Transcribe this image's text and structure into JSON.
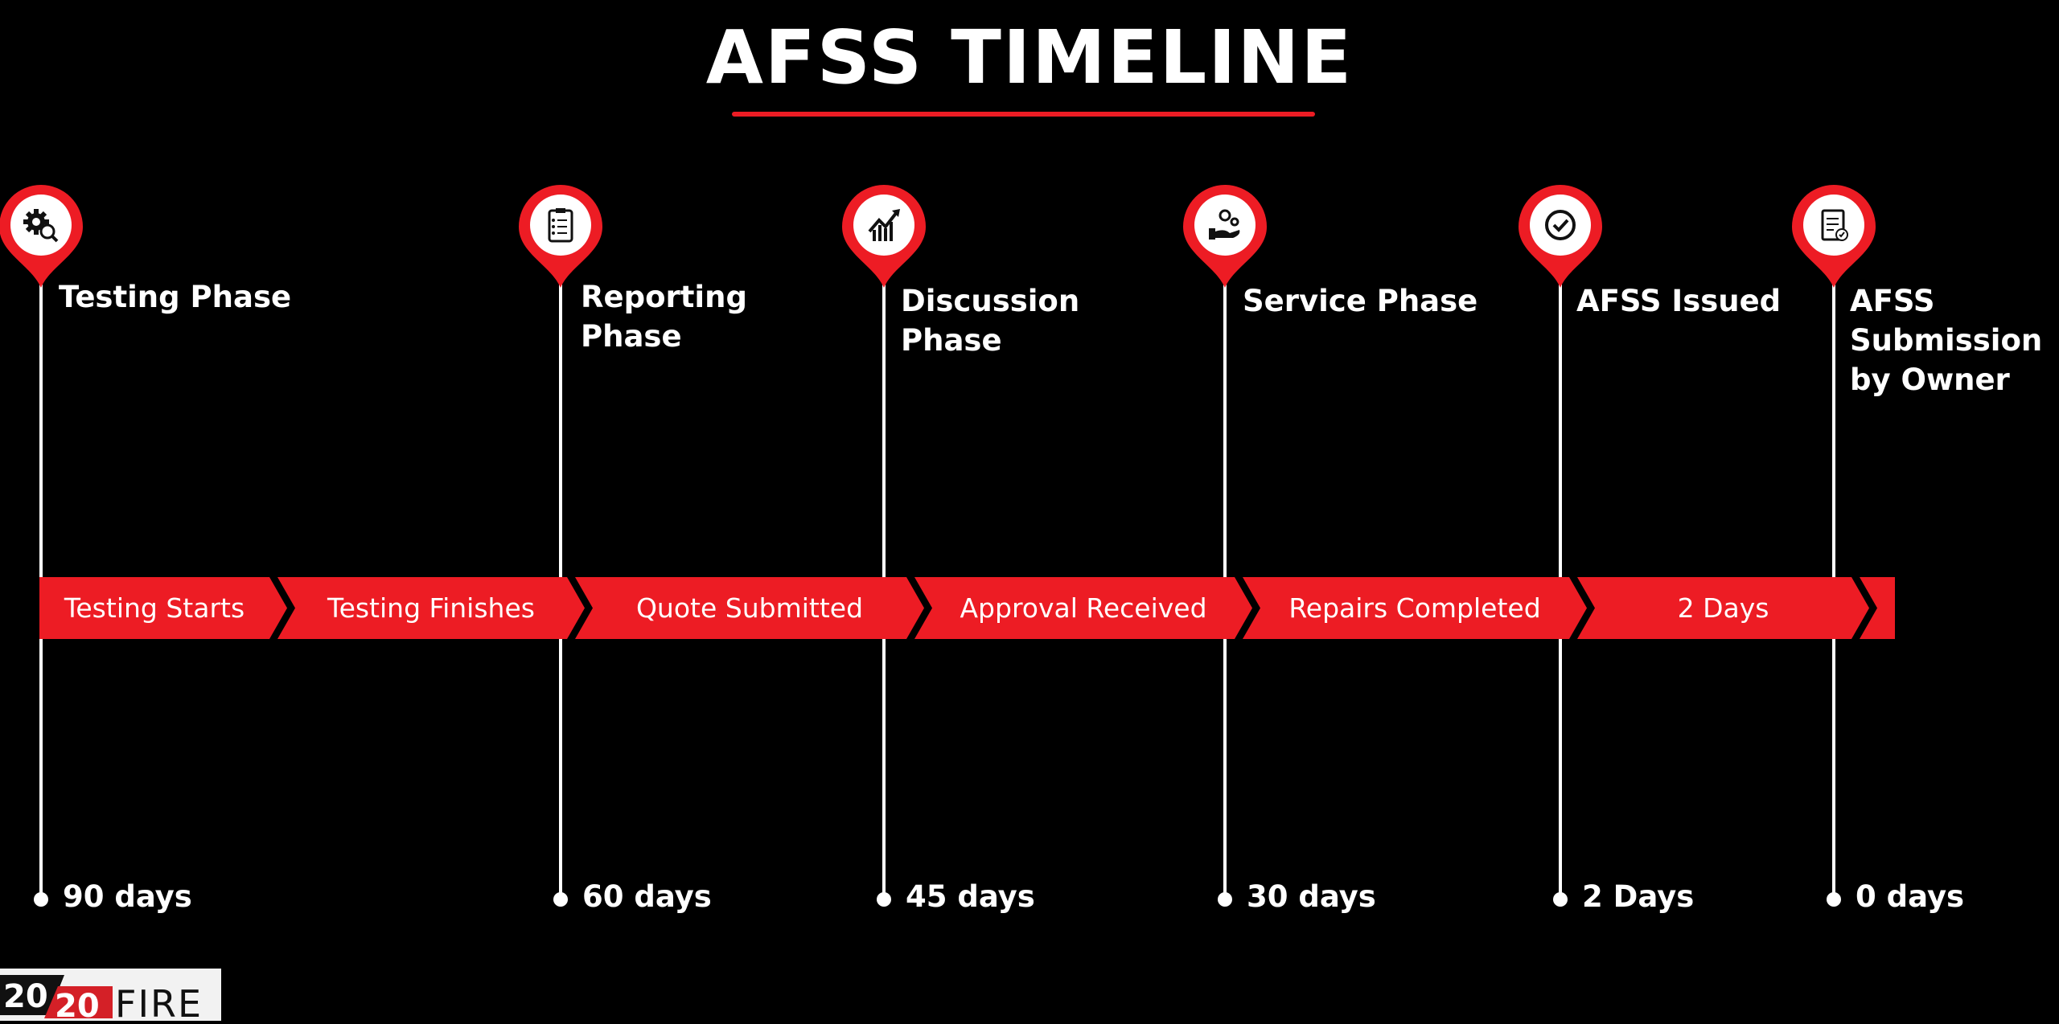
{
  "title": "AFSS TIMELINE",
  "accent_color": "#ed1c24",
  "milestones": [
    {
      "label": "Testing Phase",
      "icon": "gear-search-icon",
      "days": "90 days"
    },
    {
      "label": "Reporting\nPhase",
      "icon": "clipboard-checklist-icon",
      "days": "60 days"
    },
    {
      "label": "Discussion\nPhase",
      "icon": "growth-chart-icon",
      "days": "45 days"
    },
    {
      "label": "Service Phase",
      "icon": "hand-gears-icon",
      "days": "30 days"
    },
    {
      "label": "AFSS Issued",
      "icon": "check-circle-icon",
      "days": "2 Days"
    },
    {
      "label": "AFSS\nSubmission\nby Owner",
      "icon": "document-check-icon",
      "days": "0 days"
    }
  ],
  "steps": [
    "Testing Starts",
    "Testing Finishes",
    "Quote Submitted",
    "Approval Received",
    "Repairs Completed",
    "2 Days",
    ""
  ],
  "logo": {
    "text": "2020FIRE"
  }
}
